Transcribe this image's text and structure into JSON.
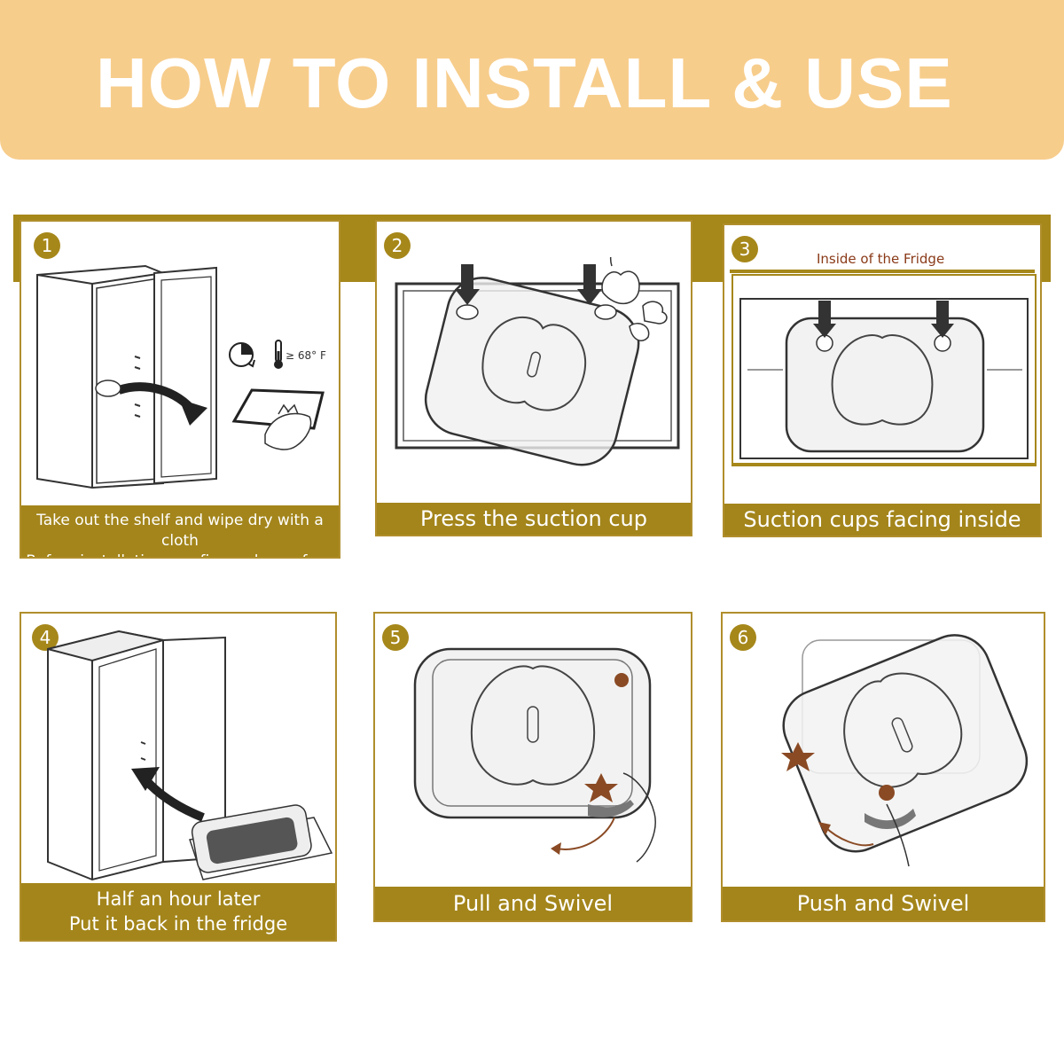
{
  "header": {
    "title": "HOW TO INSTALL & USE"
  },
  "steps": [
    {
      "number": "1",
      "caption_line1": "Take out the shelf and wipe dry with a cloth",
      "caption_line2": "Before installation, confirm a dry surface",
      "temperature": "≥ 68° F"
    },
    {
      "number": "2",
      "caption": "Press the suction cup"
    },
    {
      "number": "3",
      "caption": "Suction cups facing inside",
      "label": "Inside of the Fridge"
    },
    {
      "number": "4",
      "caption_line1": "Half an hour later",
      "caption_line2": "Put it back in the fridge"
    },
    {
      "number": "5",
      "caption": "Pull and Swivel"
    },
    {
      "number": "6",
      "caption": "Push and Swivel"
    }
  ],
  "colors": {
    "banner": "#f7cd8c",
    "gold": "#a6871a",
    "accent_dot": "#8a4a24"
  }
}
